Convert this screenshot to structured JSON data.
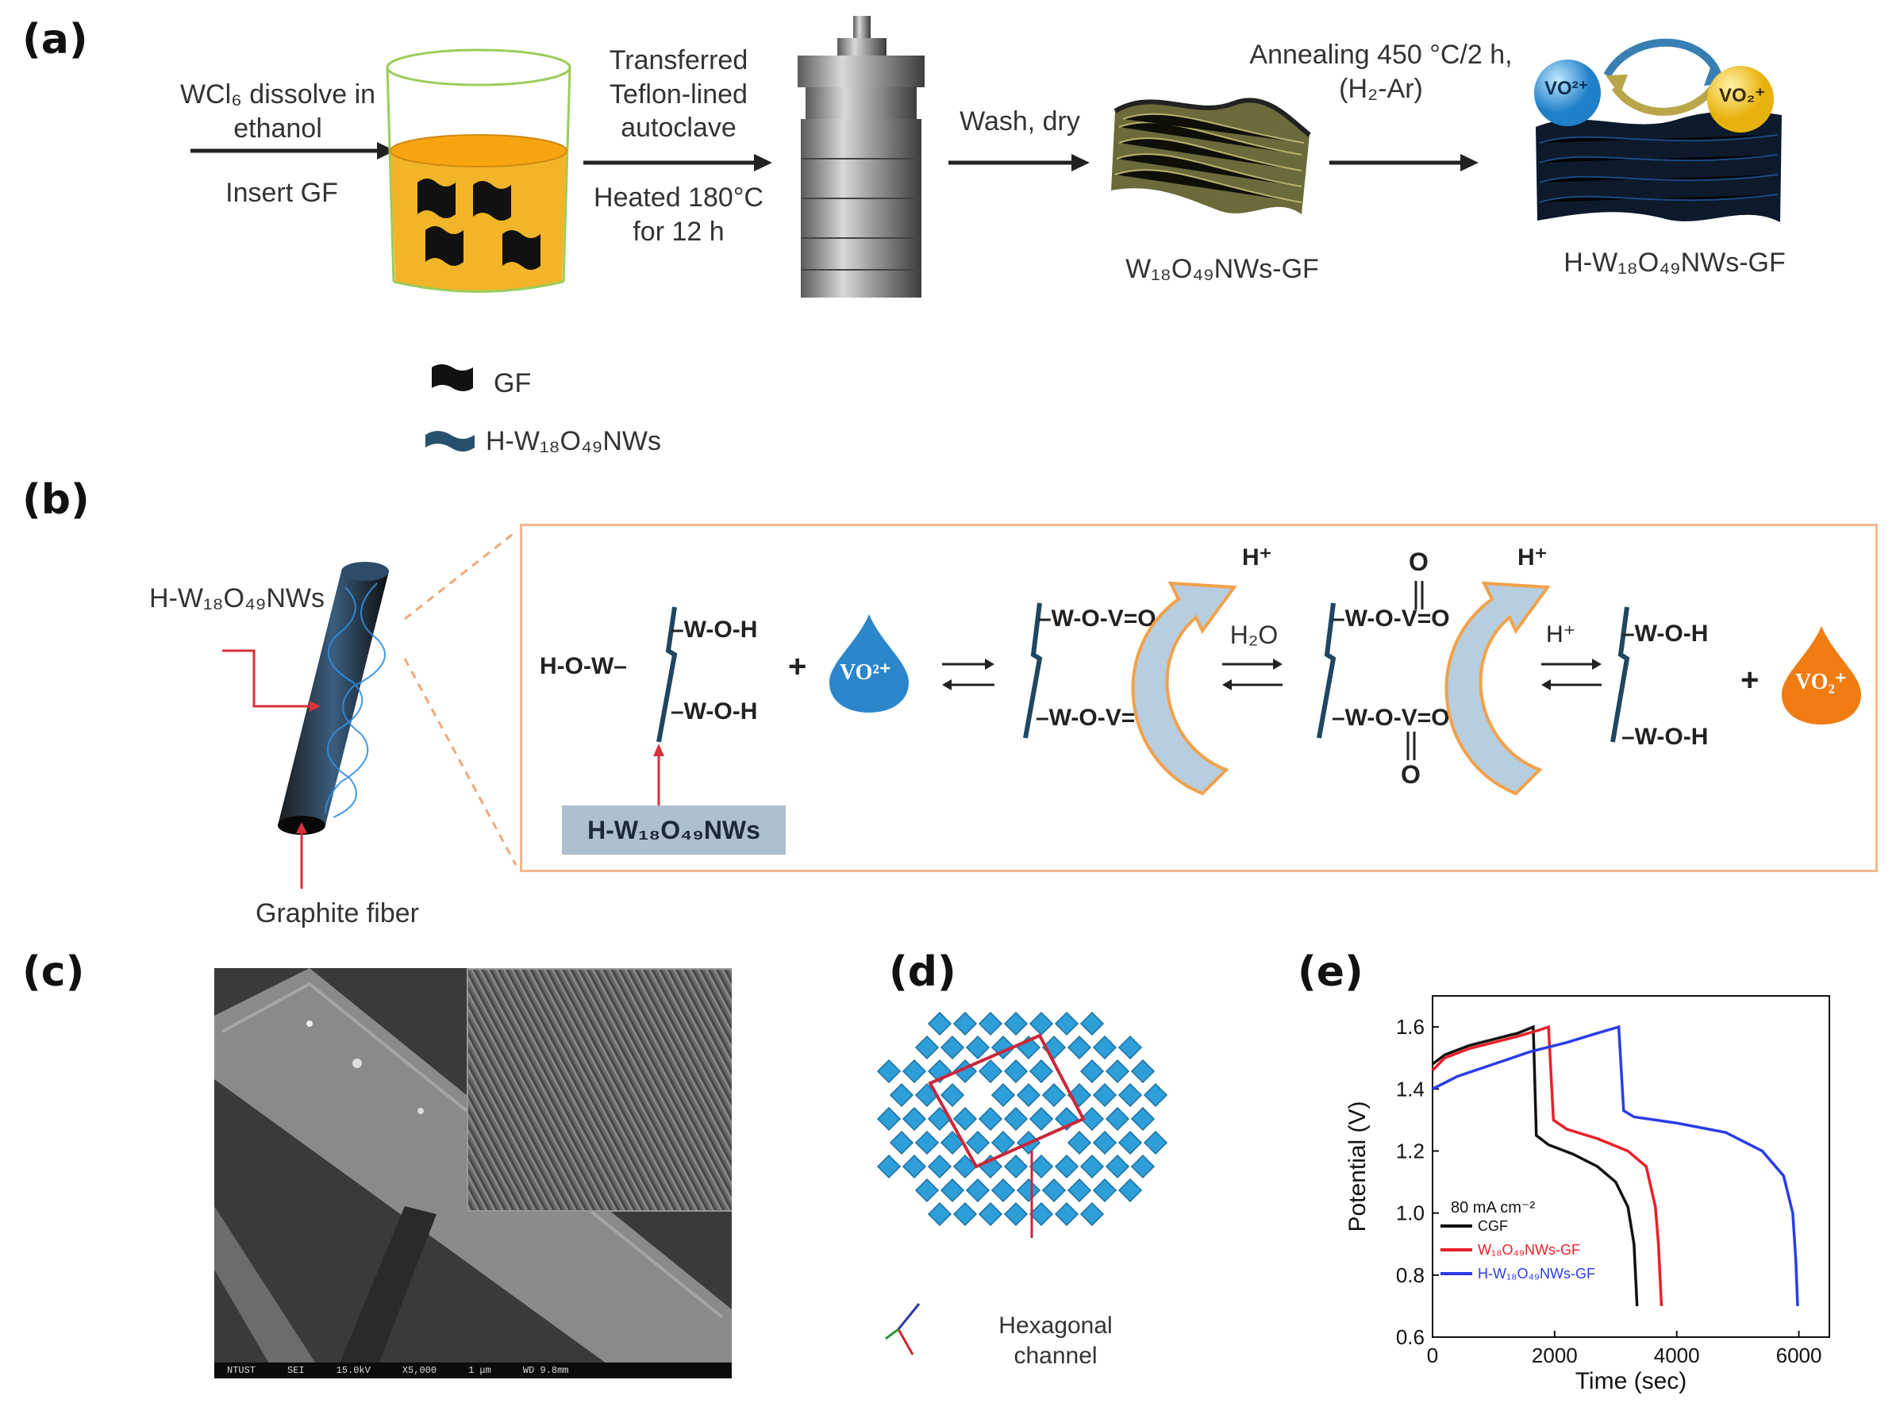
{
  "panels": {
    "a": {
      "letter": "(a)",
      "step1_top": "WCl₆ dissolve in ethanol",
      "step1_bottom": "Insert GF",
      "step2_top": "Transferred Teflon-lined autoclave",
      "step2_bottom": "Heated 180°C for 12 h",
      "step3_top": "Wash, dry",
      "step4_top": "Annealing 450 °C/2 h, (H₂-Ar)",
      "product1": "W₁₈O₄₉NWs-GF",
      "product2": "H-W₁₈O₄₉NWs-GF",
      "ion_left": "VO²⁺",
      "ion_right": "VO₂⁺",
      "legend_gf": "GF",
      "legend_nws": "H-W₁₈O₄₉NWs"
    },
    "b": {
      "letter": "(b)",
      "fiber_top_label": "H-W₁₈O₄₉NWs",
      "fiber_bottom_label": "Graphite fiber",
      "hmw": "H-O-W–",
      "woh": "–W-O-H",
      "plus": "+",
      "vo2plus": "VO²⁺",
      "wov_plus": "–W-O-V=O+",
      "h2o": "H₂O",
      "hplus": "H⁺",
      "wovo": "–W-O-V=O",
      "oxo": "O",
      "vo2_plus": "VO₂⁺",
      "nws_box": "H-W₁₈O₄₉NWs"
    },
    "c": {
      "letter": "(c)",
      "sem_bar": [
        "NTUST",
        "SEI",
        "15.0kV",
        "X5,000",
        "1 μm",
        "WD 9.8mm"
      ]
    },
    "d": {
      "letter": "(d)",
      "channel_label": "Hexagonal channel"
    },
    "e": {
      "letter": "(e)",
      "current_density": "80 mA cm⁻²"
    }
  },
  "chart_data": {
    "type": "line",
    "xlabel": "Time (sec)",
    "ylabel": "Potential (V)",
    "xlim": [
      0,
      6500
    ],
    "ylim": [
      0.6,
      1.7
    ],
    "xticks": [
      0,
      2000,
      4000,
      6000
    ],
    "yticks": [
      0.6,
      0.8,
      1.0,
      1.2,
      1.4,
      1.6
    ],
    "legend_position": "bottom-left",
    "series": [
      {
        "name": "CGF",
        "color": "#111111",
        "points": [
          [
            0,
            1.48
          ],
          [
            200,
            1.51
          ],
          [
            600,
            1.54
          ],
          [
            1000,
            1.56
          ],
          [
            1400,
            1.58
          ],
          [
            1650,
            1.6
          ],
          [
            1700,
            1.25
          ],
          [
            1900,
            1.22
          ],
          [
            2300,
            1.19
          ],
          [
            2700,
            1.15
          ],
          [
            3000,
            1.1
          ],
          [
            3200,
            1.02
          ],
          [
            3300,
            0.9
          ],
          [
            3350,
            0.7
          ]
        ]
      },
      {
        "name": "W₁₈O₄₉NWs-GF",
        "color": "#e8202a",
        "points": [
          [
            0,
            1.46
          ],
          [
            200,
            1.5
          ],
          [
            600,
            1.53
          ],
          [
            1000,
            1.55
          ],
          [
            1400,
            1.57
          ],
          [
            1750,
            1.59
          ],
          [
            1900,
            1.6
          ],
          [
            1980,
            1.3
          ],
          [
            2200,
            1.27
          ],
          [
            2700,
            1.24
          ],
          [
            3200,
            1.2
          ],
          [
            3500,
            1.15
          ],
          [
            3650,
            1.02
          ],
          [
            3700,
            0.9
          ],
          [
            3750,
            0.7
          ]
        ]
      },
      {
        "name": "H-W₁₈O₄₉NWs-GF",
        "color": "#2a3de8",
        "points": [
          [
            0,
            1.4
          ],
          [
            400,
            1.44
          ],
          [
            1000,
            1.48
          ],
          [
            1600,
            1.52
          ],
          [
            2200,
            1.55
          ],
          [
            2700,
            1.58
          ],
          [
            3050,
            1.6
          ],
          [
            3130,
            1.33
          ],
          [
            3300,
            1.31
          ],
          [
            4000,
            1.29
          ],
          [
            4800,
            1.26
          ],
          [
            5400,
            1.2
          ],
          [
            5750,
            1.12
          ],
          [
            5900,
            1.0
          ],
          [
            5950,
            0.85
          ],
          [
            5980,
            0.7
          ]
        ]
      }
    ]
  },
  "colors": {
    "solution": "#f2b428",
    "beaker_rim": "#9ccc5a",
    "arrow": "#222222",
    "reaction_box_border": "#f5b78b",
    "vo2plus_drop": "#2c86cc",
    "vo2_drop": "#f07c12",
    "marker_red": "#d8323a",
    "nws_blue": "#27506e",
    "crystal_blue": "#2e9ed8"
  },
  "icons": [
    "beaker-icon",
    "autoclave-icon",
    "fiber-sheet-icon",
    "graphite-fiber-icon",
    "drop-icon",
    "cycle-arrows-icon",
    "axis-triad-icon"
  ]
}
